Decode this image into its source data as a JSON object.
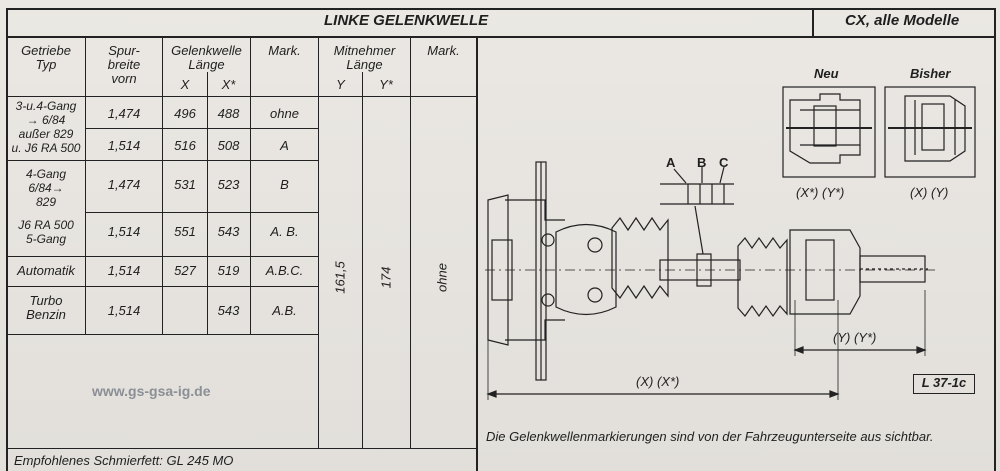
{
  "header": {
    "title": "LINKE GELENKWELLE",
    "models": "CX, alle Modelle"
  },
  "table": {
    "col_getriebe": [
      "Getriebe",
      "Typ"
    ],
    "col_spur": [
      "Spur-",
      "breite",
      "vorn"
    ],
    "col_gelenk": [
      "Gelenkwelle",
      "Länge"
    ],
    "col_x": "X",
    "col_xs": "X*",
    "col_mark1": "Mark.",
    "col_mitnehmer": [
      "Mitnehmer",
      "Länge"
    ],
    "col_y": "Y",
    "col_ys": "Y*",
    "col_mark2": "Mark.",
    "rows": [
      {
        "typ": [
          "3-u.4-Gang",
          "→ 6/84",
          "außer 829",
          "u. J6 RA 500"
        ],
        "spur": [
          "1,474",
          "1,514"
        ],
        "x": [
          "496",
          "516"
        ],
        "xs": [
          "488",
          "508"
        ],
        "mark": [
          "ohne",
          "A"
        ]
      },
      {
        "typ": [
          "4-Gang",
          "6/84→",
          "829",
          "J6 RA 500",
          "5-Gang"
        ],
        "spur": [
          "1,474",
          "1,514"
        ],
        "x": [
          "531",
          "551"
        ],
        "xs": [
          "523",
          "543"
        ],
        "mark": [
          "B",
          "A. B."
        ]
      },
      {
        "typ": [
          "Automatik"
        ],
        "spur": [
          "1,514"
        ],
        "x": [
          "527"
        ],
        "xs": [
          "519"
        ],
        "mark": [
          "A.B.C."
        ]
      },
      {
        "typ": [
          "Turbo",
          "Benzin"
        ],
        "spur": [
          "1,514"
        ],
        "x": [
          ""
        ],
        "xs": [
          "543"
        ],
        "mark": [
          "A.B."
        ]
      }
    ],
    "y_value": "161,5",
    "ys_value": "174",
    "mark2_value": "ohne",
    "footer": "Empfohlenes Schmierfett: GL 245 MO",
    "watermark": "www.gs-gsa-ig.de"
  },
  "figure": {
    "neu": "Neu",
    "bisher": "Bisher",
    "neu_dims": "(X*)  (Y*)",
    "bisher_dims": "(X)  (Y)",
    "markers": [
      "A",
      "B",
      "C"
    ],
    "dim_y": "(Y)  (Y*)",
    "dim_x": "(X)  (X*)",
    "ref": "L 37-1c",
    "caption": "Die Gelenkwellenmarkierungen sind von der Fahrzeugunterseite aus sichtbar."
  }
}
